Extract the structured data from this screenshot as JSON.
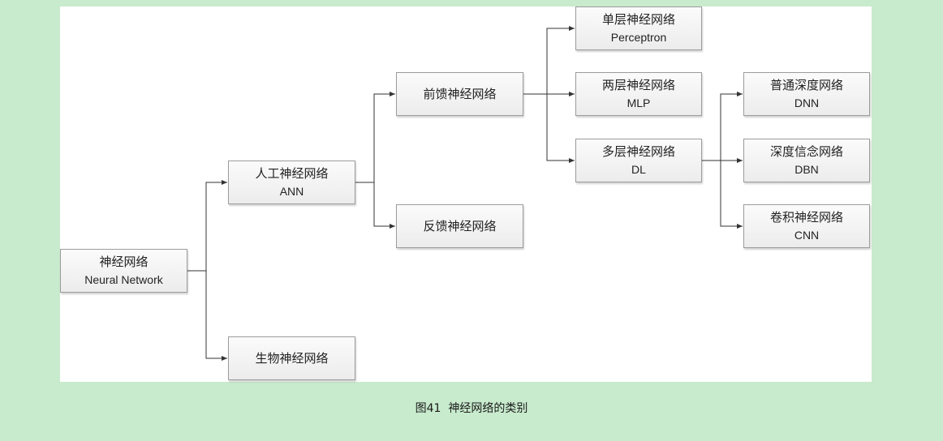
{
  "diagram": {
    "nodes": {
      "root": {
        "zh": "神经网络",
        "en": "Neural Network"
      },
      "ann": {
        "zh": "人工神经网络",
        "en": "ANN"
      },
      "bio": {
        "zh": "生物神经网络"
      },
      "feedforward": {
        "zh": "前馈神经网络"
      },
      "feedback": {
        "zh": "反馈神经网络"
      },
      "perceptron": {
        "zh": "单层神经网络",
        "en": "Perceptron"
      },
      "mlp": {
        "zh": "两层神经网络",
        "en": "MLP"
      },
      "dl": {
        "zh": "多层神经网络",
        "en": "DL"
      },
      "dnn": {
        "zh": "普通深度网络",
        "en": "DNN"
      },
      "dbn": {
        "zh": "深度信念网络",
        "en": "DBN"
      },
      "cnn": {
        "zh": "卷积神经网络",
        "en": "CNN"
      }
    },
    "edges": [
      [
        "root",
        "ann"
      ],
      [
        "root",
        "bio"
      ],
      [
        "ann",
        "feedforward"
      ],
      [
        "ann",
        "feedback"
      ],
      [
        "feedforward",
        "perceptron"
      ],
      [
        "feedforward",
        "mlp"
      ],
      [
        "feedforward",
        "dl"
      ],
      [
        "dl",
        "dnn"
      ],
      [
        "dl",
        "dbn"
      ],
      [
        "dl",
        "cnn"
      ]
    ]
  },
  "caption": {
    "figure_label": "图41",
    "text": "神经网络的类别"
  }
}
